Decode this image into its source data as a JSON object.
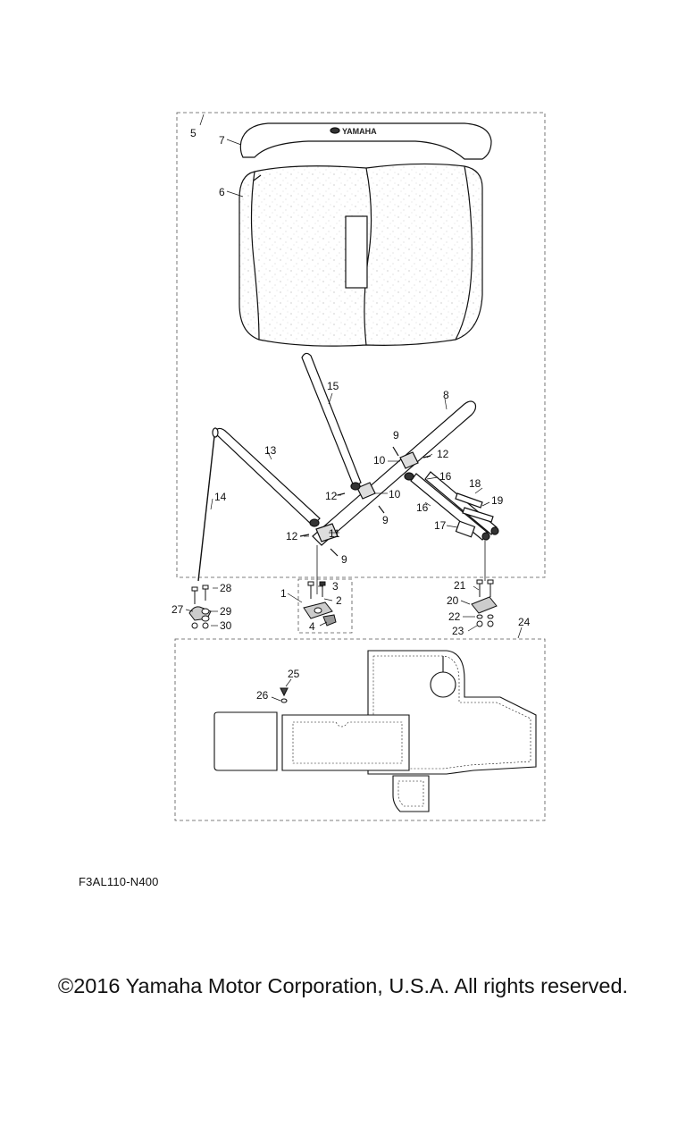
{
  "diagram": {
    "logo_text": "YAMAHA",
    "callouts": [
      "1",
      "2",
      "3",
      "4",
      "5",
      "6",
      "7",
      "8",
      "9",
      "9",
      "9",
      "10",
      "10",
      "11",
      "12",
      "12",
      "12",
      "13",
      "14",
      "15",
      "16",
      "16",
      "17",
      "18",
      "19",
      "20",
      "21",
      "22",
      "23",
      "24",
      "25",
      "26",
      "27",
      "28",
      "29",
      "30"
    ]
  },
  "footer": {
    "drawing_code": "F3AL110-N400",
    "copyright": "©2016 Yamaha Motor Corporation, U.S.A. All rights reserved."
  }
}
